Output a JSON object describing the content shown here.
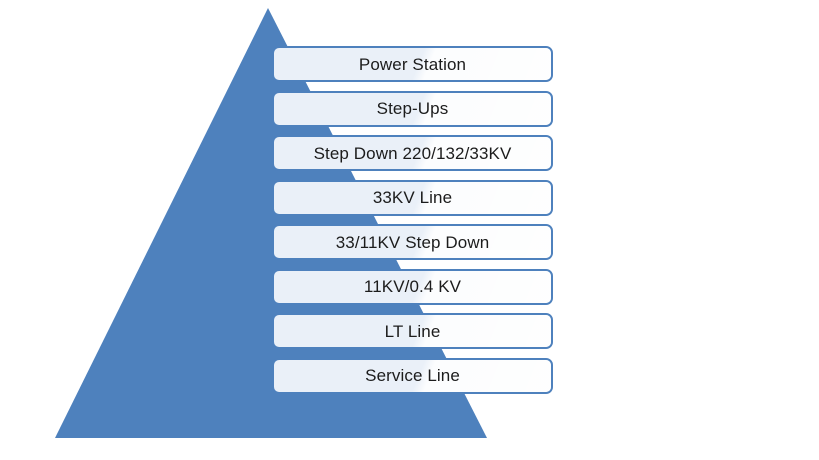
{
  "diagram": {
    "type": "pyramid",
    "title": "",
    "colors": {
      "pyramid_fill": "#4E81BD",
      "box_border": "#4E81BD",
      "box_fill": "#EAF0F8",
      "box_fill_light": "#FFFFFF",
      "text": "#1C1C1C",
      "background": "#FFFFFF"
    },
    "pyramid": {
      "apex": "268,8",
      "base_left": "55,438",
      "base_right": "487,438"
    },
    "levels": [
      {
        "label": "Power Station"
      },
      {
        "label": "Step-Ups"
      },
      {
        "label": "Step Down 220/132/33KV"
      },
      {
        "label": "33KV Line"
      },
      {
        "label": "33/11KV Step Down"
      },
      {
        "label": "11KV/0.4 KV"
      },
      {
        "label": "LT Line"
      },
      {
        "label": "Service Line"
      }
    ]
  }
}
